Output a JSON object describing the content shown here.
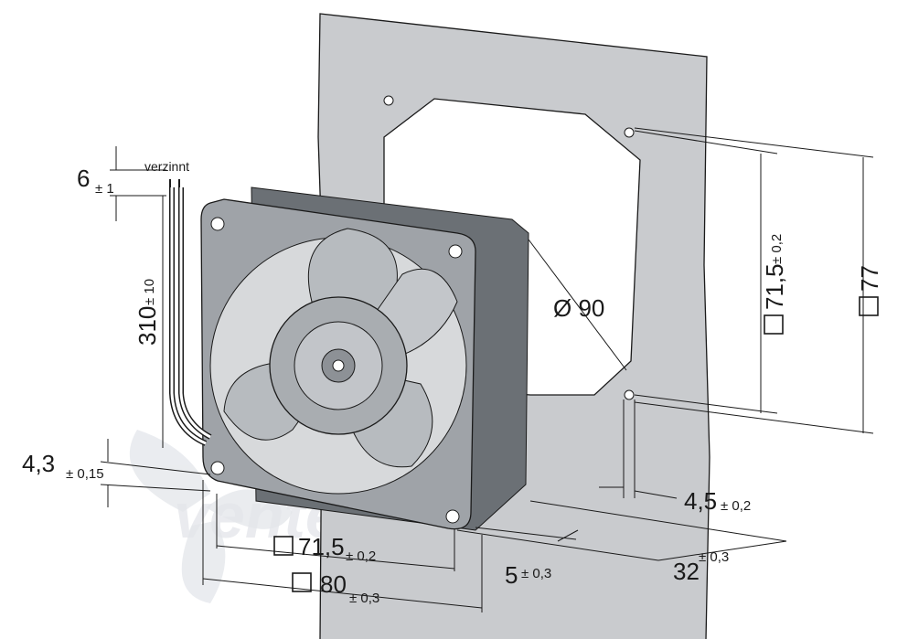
{
  "labels": {
    "wire_note": "verzinnt",
    "wire_strip_value": "6",
    "wire_strip_tol": "± 1",
    "cable_length_value": "310",
    "cable_length_tol": "± 10",
    "hole_offset_value": "4,3",
    "hole_offset_tol": "± 0,15",
    "pitch_bottom_value": "71,5",
    "pitch_bottom_tol": "± 0,2",
    "width_value": "80",
    "width_tol": "± 0,3",
    "flange_value": "5",
    "flange_tol": "± 0,3",
    "depth_value": "32",
    "depth_tol": "± 0,3",
    "cutout_hole_value": "4,5",
    "cutout_hole_tol": "± 0,2",
    "diameter_label": "Ø 90",
    "pitch_right_value": "71,5",
    "pitch_right_tol": "± 0,2",
    "panel_square_value": "77"
  },
  "watermark": {
    "text": "ventel",
    "color": "#c8cdd6",
    "accent": "#5a8fd6"
  },
  "colors": {
    "panel": "#c9cbce",
    "fan_frame": "#9fa3a8",
    "fan_dark": "#5f6368",
    "blade": "#b7bbbf",
    "line": "#1a1a1a"
  }
}
